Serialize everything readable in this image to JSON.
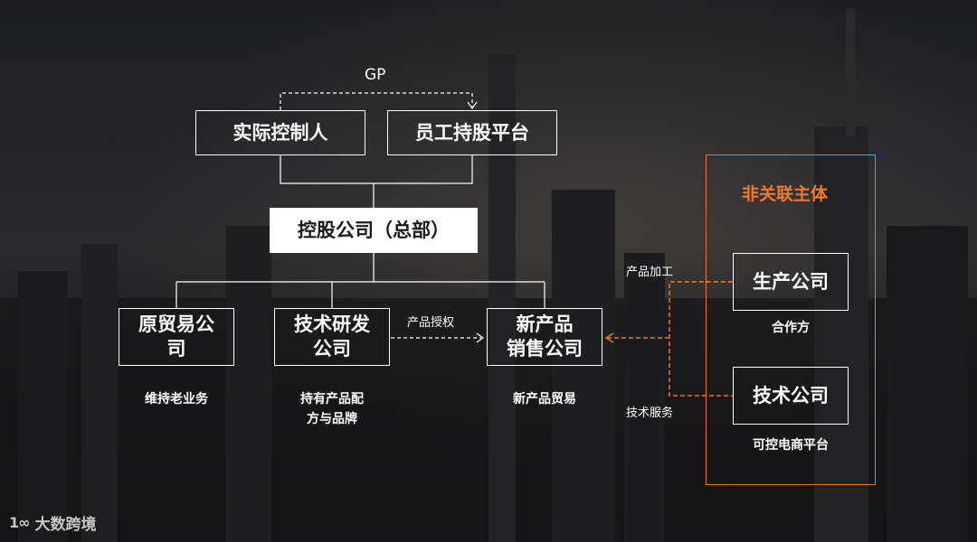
{
  "diagram": {
    "gp_label": "GP",
    "nodes": {
      "controller": "实际控制人",
      "employee_platform": "员工持股平台",
      "holding": "控股公司（总部）",
      "trade": "原贸易公\n司",
      "rnd": "技术研发\n公司",
      "sales": "新产品\n销售公司",
      "production": "生产公司",
      "tech": "技术公司"
    },
    "captions": {
      "trade": "维持老业务",
      "rnd": "持有产品配\n方与品牌",
      "sales": "新产品贸易",
      "production": "合作方",
      "tech": "可控电商平台"
    },
    "edge_labels": {
      "license": "产品授权",
      "processing": "产品加工",
      "tech_service": "技术服务"
    },
    "group": {
      "title": "非关联主体",
      "color": "#e8772a"
    }
  },
  "logo": {
    "mark": "1∞",
    "text": "大数跨境"
  }
}
